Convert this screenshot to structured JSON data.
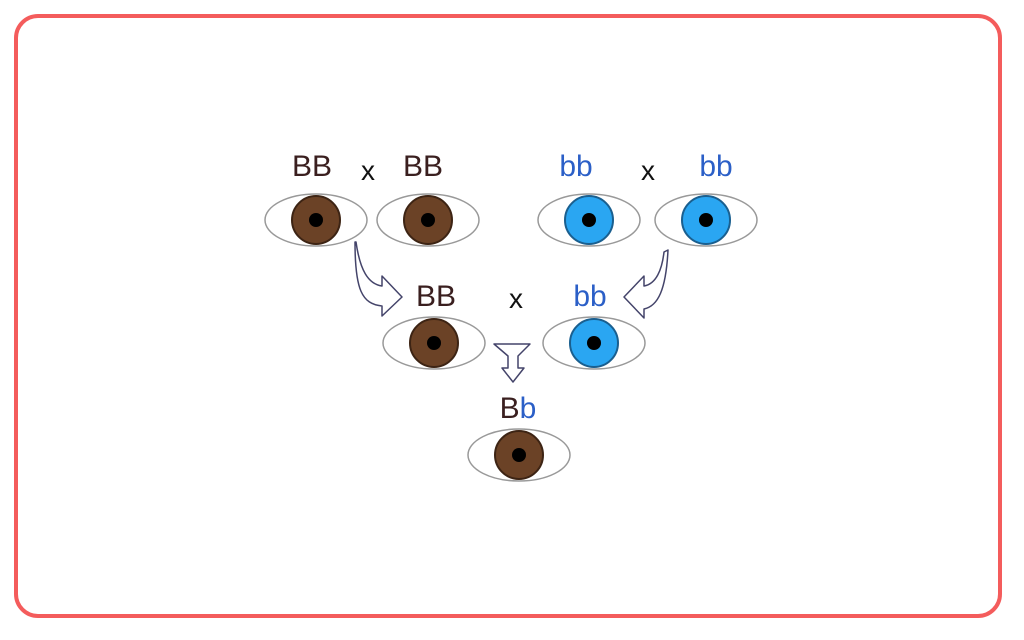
{
  "colors": {
    "frame": "#f45c5c",
    "dominant_text": "#3a1f1f",
    "recessive_text": "#2b5fc7",
    "brown_iris": "#6b4226",
    "blue_iris": "#2aa6f2",
    "arrow": "#44446a"
  },
  "cross_symbol": "x",
  "grandparents": {
    "left": {
      "label1": "BB",
      "label2": "BB"
    },
    "right": {
      "label1": "bb",
      "label2": "bb"
    }
  },
  "parents": {
    "left": "BB",
    "right": "bb"
  },
  "child": {
    "dominant": "B",
    "recessive": "b"
  }
}
